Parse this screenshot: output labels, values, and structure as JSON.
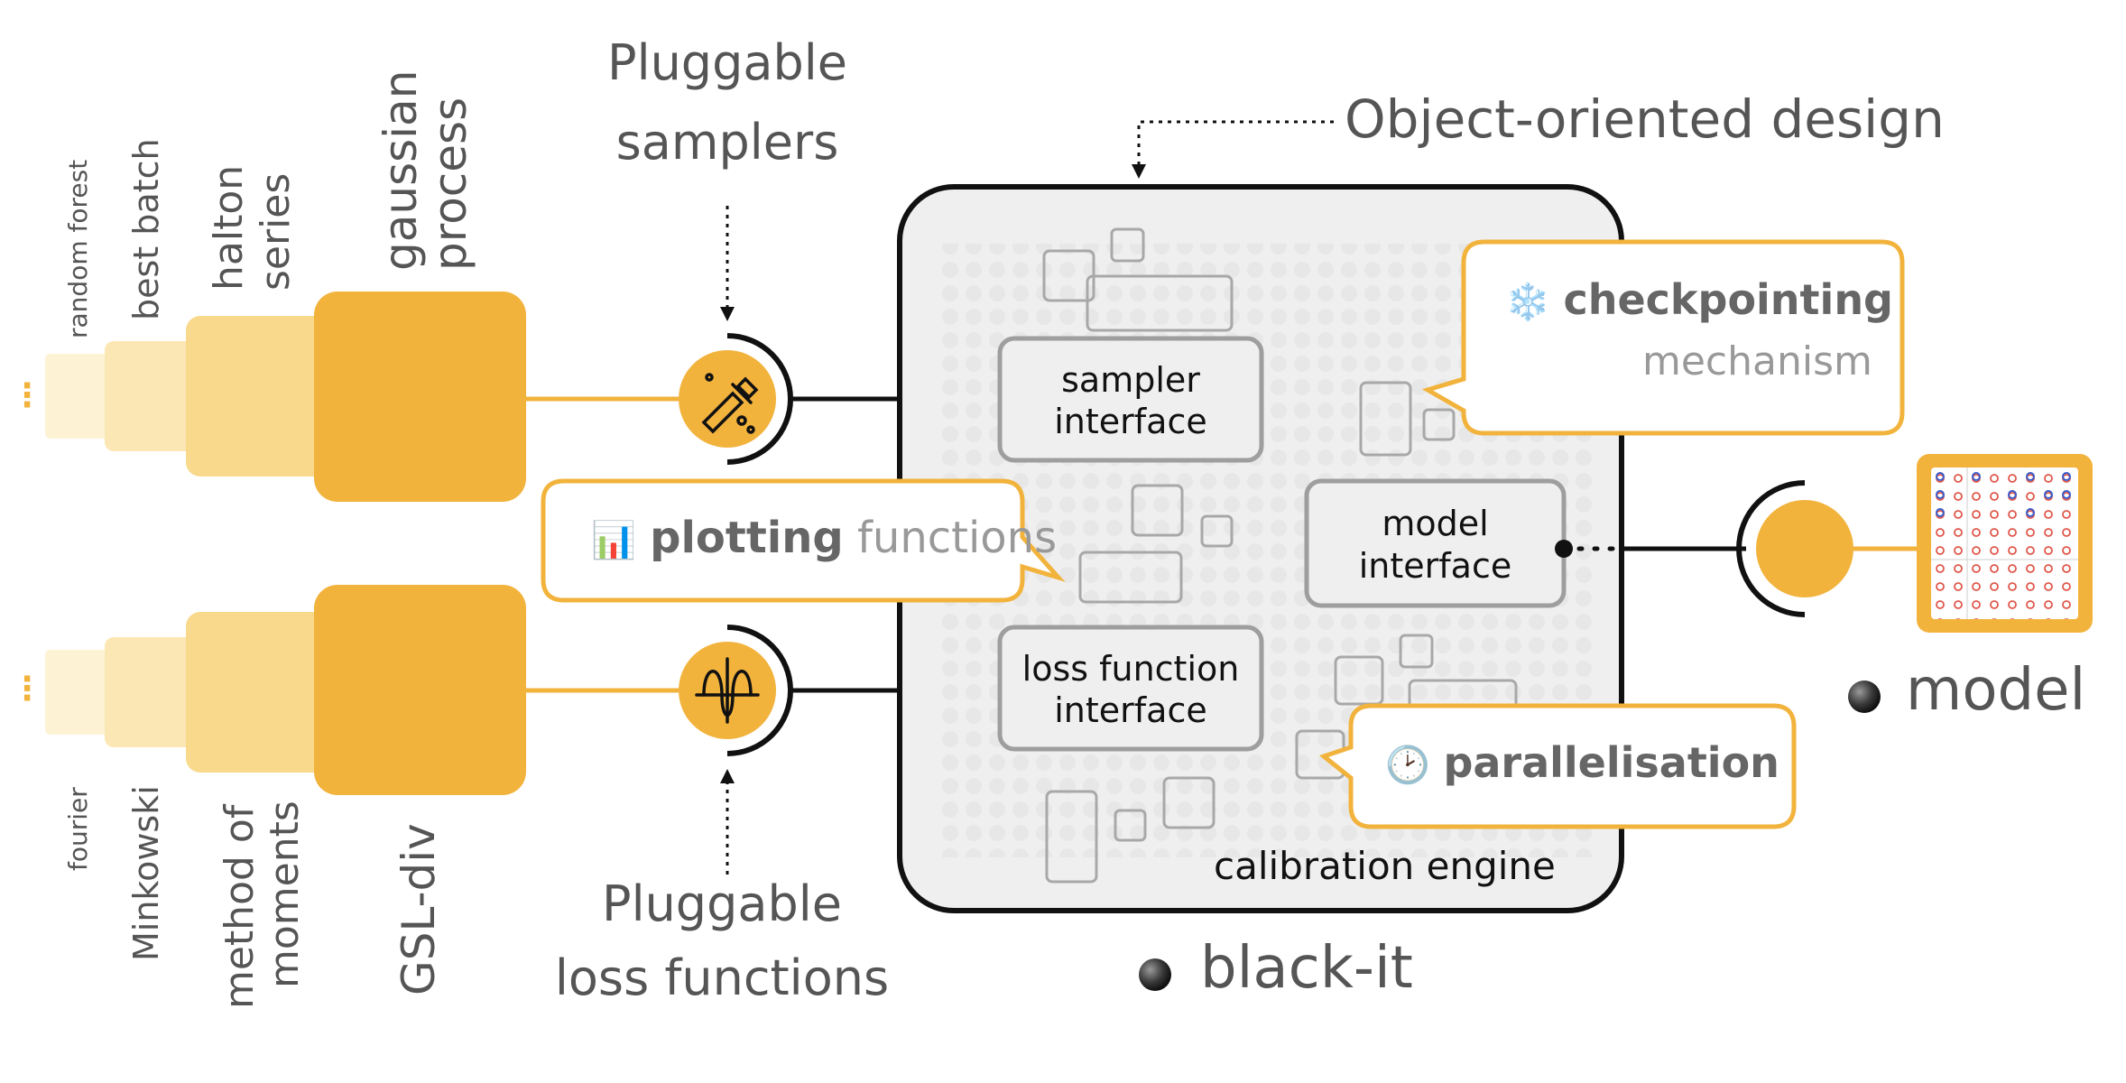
{
  "labels": {
    "pluggable_samplers_1": "Pluggable",
    "pluggable_samplers_2": "samplers",
    "pluggable_loss_1": "Pluggable",
    "pluggable_loss_2": "loss functions",
    "object_oriented": "Object-oriented design",
    "calibration_engine": "calibration engine",
    "black_it": "black-it",
    "model": "model"
  },
  "samplers": {
    "items": [
      "random forest",
      "best batch",
      "halton",
      "series",
      "gaussian",
      "process"
    ],
    "ellipsis": "⋮"
  },
  "losses": {
    "items": [
      "fourier",
      "Minkowski",
      "method of",
      "moments",
      "GSL-div"
    ],
    "ellipsis": "⋮"
  },
  "interfaces": {
    "sampler_1": "sampler",
    "sampler_2": "interface",
    "model_1": "model",
    "model_2": "interface",
    "loss_1": "loss function",
    "loss_2": "interface"
  },
  "callouts": {
    "checkpointing_icon": "❄️",
    "checkpointing_bold": "checkpointing",
    "checkpointing_light": "mechanism",
    "plotting_icon": "📊",
    "plotting_bold": "plotting",
    "plotting_light": "functions",
    "parallel_icon": "🕑",
    "parallel_bold": "parallelisation"
  },
  "colors": {
    "accent": "#F2B33D",
    "accent_light_1": "#F7C862",
    "accent_light_2": "#F9D98C",
    "accent_light_3": "#FBE7B3",
    "accent_light_4": "#FDF2D4",
    "engine_bg": "#EFEFEF",
    "ink": "#111111",
    "outline_grey": "#9E9E9E"
  }
}
